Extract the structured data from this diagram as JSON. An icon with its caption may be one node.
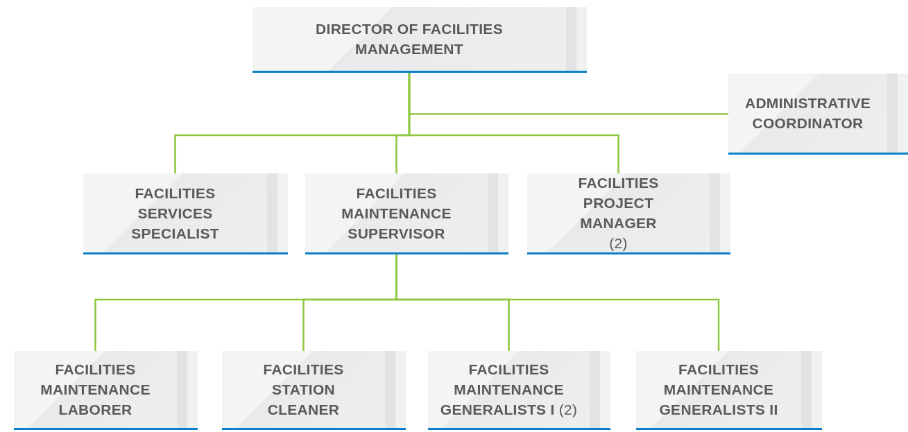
{
  "diagram": {
    "nodes": [
      {
        "text": [
          "DIRECTOR OF FACILITIES MANAGEMENT"
        ]
      },
      {
        "text": [
          "ADMINISTRATIVE COORDINATOR"
        ]
      },
      {
        "text": [
          "FACILITIES SERVICES SPECIALIST"
        ]
      },
      {
        "text": [
          "FACILITIES MAINTENANCE SUPERVISOR"
        ]
      },
      {
        "text": [
          "FACILITIES PROJECT MANAGER",
          "(2)"
        ]
      },
      {
        "text": [
          "FACILITIES MAINTENANCE LABORER"
        ]
      },
      {
        "text": [
          "FACILITIES STATION CLEANER"
        ]
      },
      {
        "text": [
          "FACILITIES MAINTENANCE GENERALISTS I",
          "(2)"
        ]
      },
      {
        "text": [
          "FACILITIES MAINTENANCE GENERALISTS II"
        ]
      }
    ],
    "edges": [
      {
        "from": 0,
        "to": 1,
        "arrow": "none"
      },
      {
        "from": 0,
        "to": 2,
        "arrow": "none"
      },
      {
        "from": 0,
        "to": 3,
        "arrow": "none"
      },
      {
        "from": 0,
        "to": 4,
        "arrow": "none"
      },
      {
        "from": 3,
        "to": 5,
        "arrow": "none"
      },
      {
        "from": 3,
        "to": 6,
        "arrow": "none"
      },
      {
        "from": 3,
        "to": 7,
        "arrow": "none"
      },
      {
        "from": 3,
        "to": 8,
        "arrow": "none"
      }
    ]
  }
}
